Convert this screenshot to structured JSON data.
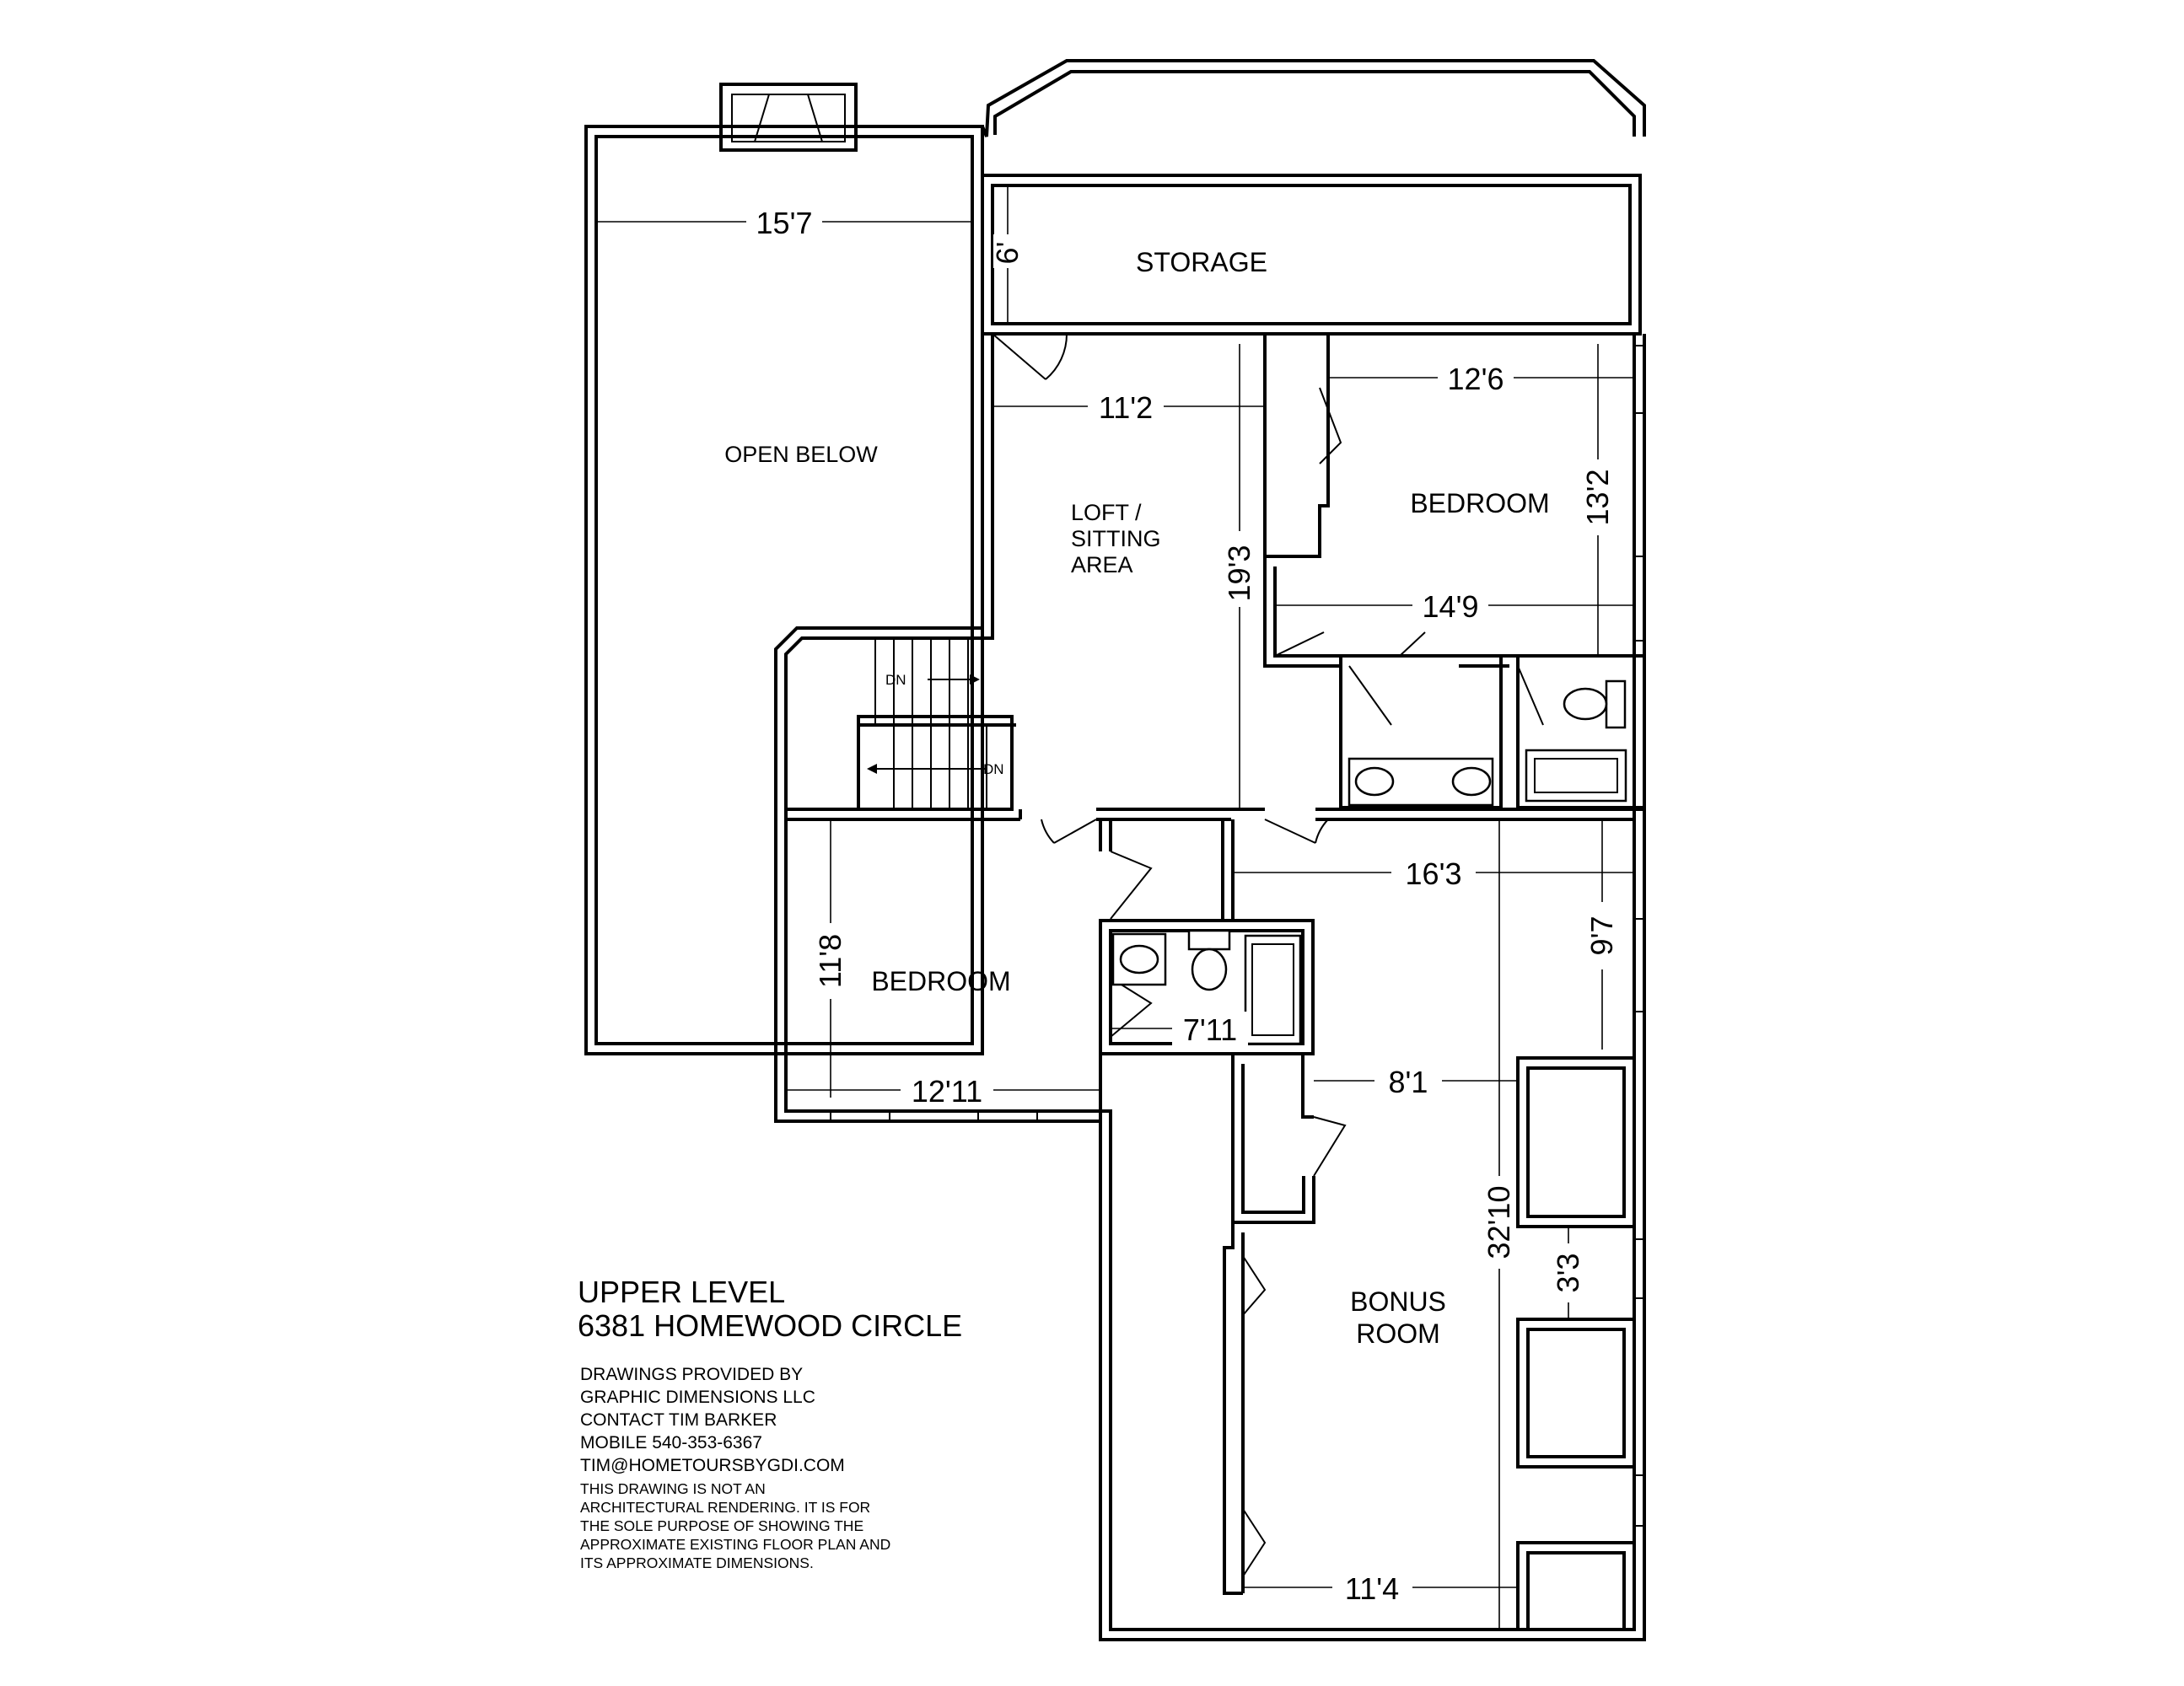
{
  "rooms": {
    "open_below": "OPEN BELOW",
    "storage": "STORAGE",
    "loft": [
      "LOFT /",
      "SITTING",
      "AREA"
    ],
    "bedroom_1": "BEDROOM",
    "bedroom_2": "BEDROOM",
    "bonus": [
      "BONUS",
      "ROOM"
    ]
  },
  "stairs": {
    "down_upper": "DN",
    "down_lower": "DN"
  },
  "dimensions": {
    "open_below_width": "15'7",
    "storage_depth": "6'",
    "loft_width": "11'2",
    "loft_depth": "19'3",
    "bedroom_1_width": "12'6",
    "bedroom_1_depth": "13'2",
    "bedroom_1_full_width": "14'9",
    "bedroom_2_depth": "11'8",
    "bedroom_2_width": "12'11",
    "bath_width": "7'11",
    "hall_width": "16'3",
    "hall_depth": "9'7",
    "bonus_width_upper": "8'1",
    "bonus_depth": "32'10",
    "bonus_dormer": "3'3",
    "bonus_width_lower": "11'4"
  },
  "caption": {
    "title": [
      "UPPER LEVEL",
      "6381 HOMEWOOD CIRCLE"
    ],
    "credit": [
      "DRAWINGS PROVIDED BY",
      "GRAPHIC DIMENSIONS LLC",
      "CONTACT TIM BARKER",
      "MOBILE 540-353-6367",
      "TIM@HOMETOURSBYGDI.COM"
    ],
    "disclaimer": [
      "THIS DRAWING IS NOT AN",
      "ARCHITECTURAL RENDERING.  IT IS FOR",
      "THE SOLE PURPOSE OF SHOWING THE",
      "APPROXIMATE EXISTING FLOOR PLAN AND",
      "ITS APPROXIMATE DIMENSIONS."
    ]
  }
}
